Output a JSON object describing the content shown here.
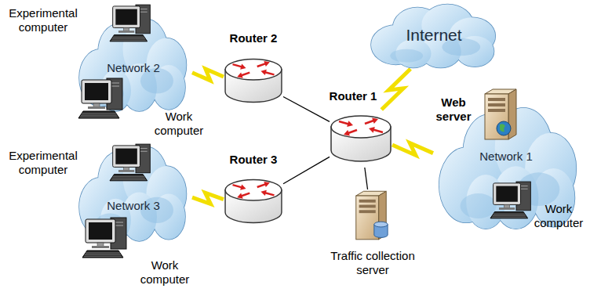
{
  "diagram": {
    "nodes": [
      {
        "text": [
          "Network 2"
        ]
      },
      {
        "text": [
          "Experimental computer"
        ],
        "in": 0
      },
      {
        "text": [
          "Work computer"
        ],
        "in": 0
      },
      {
        "text": [
          "Router 2"
        ]
      },
      {
        "text": [
          "Internet"
        ]
      },
      {
        "text": [
          "Router 1"
        ]
      },
      {
        "text": [
          "Network 1"
        ]
      },
      {
        "text": [
          "Web server"
        ],
        "in": 6
      },
      {
        "text": [
          "Work computer"
        ],
        "in": 6
      },
      {
        "text": [
          "Network 3"
        ]
      },
      {
        "text": [
          "Experimental computer"
        ],
        "in": 9
      },
      {
        "text": [
          "Work computer"
        ],
        "in": 9
      },
      {
        "text": [
          "Router 3"
        ]
      },
      {
        "text": [
          "Traffic collection server"
        ]
      }
    ],
    "edges": [
      {
        "from": 3,
        "to": 0,
        "arrow": "none"
      },
      {
        "from": 3,
        "to": 5,
        "arrow": "none"
      },
      {
        "from": 12,
        "to": 9,
        "arrow": "none"
      },
      {
        "from": 12,
        "to": 5,
        "arrow": "none"
      },
      {
        "from": 5,
        "to": 4,
        "arrow": "none"
      },
      {
        "from": 5,
        "to": 6,
        "arrow": "none"
      },
      {
        "from": 5,
        "to": 13,
        "arrow": "none"
      }
    ]
  }
}
